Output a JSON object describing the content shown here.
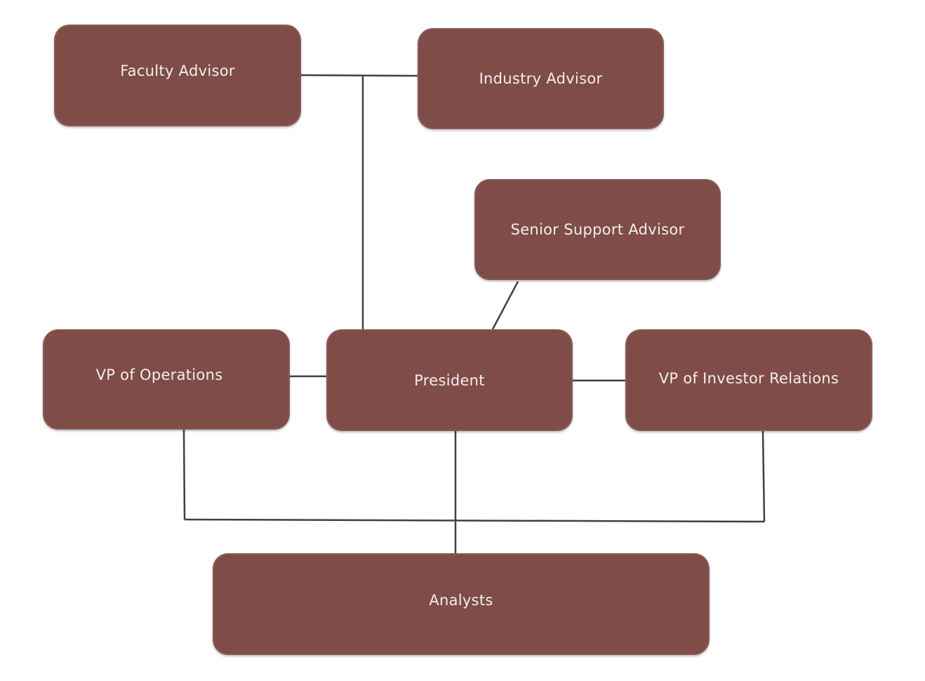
{
  "diagram": {
    "nodes": {
      "faculty_advisor": "Faculty Advisor",
      "industry_advisor": "Industry Advisor",
      "senior_support_advisor": "Senior Support Advisor",
      "vp_operations": "VP of Operations",
      "president": "President",
      "vp_investor_relations": "VP of Investor Relations",
      "analysts": "Analysts"
    },
    "colors": {
      "node_fill": "#7f4c47",
      "node_text": "#f4eeee",
      "connector": "#404040"
    }
  }
}
